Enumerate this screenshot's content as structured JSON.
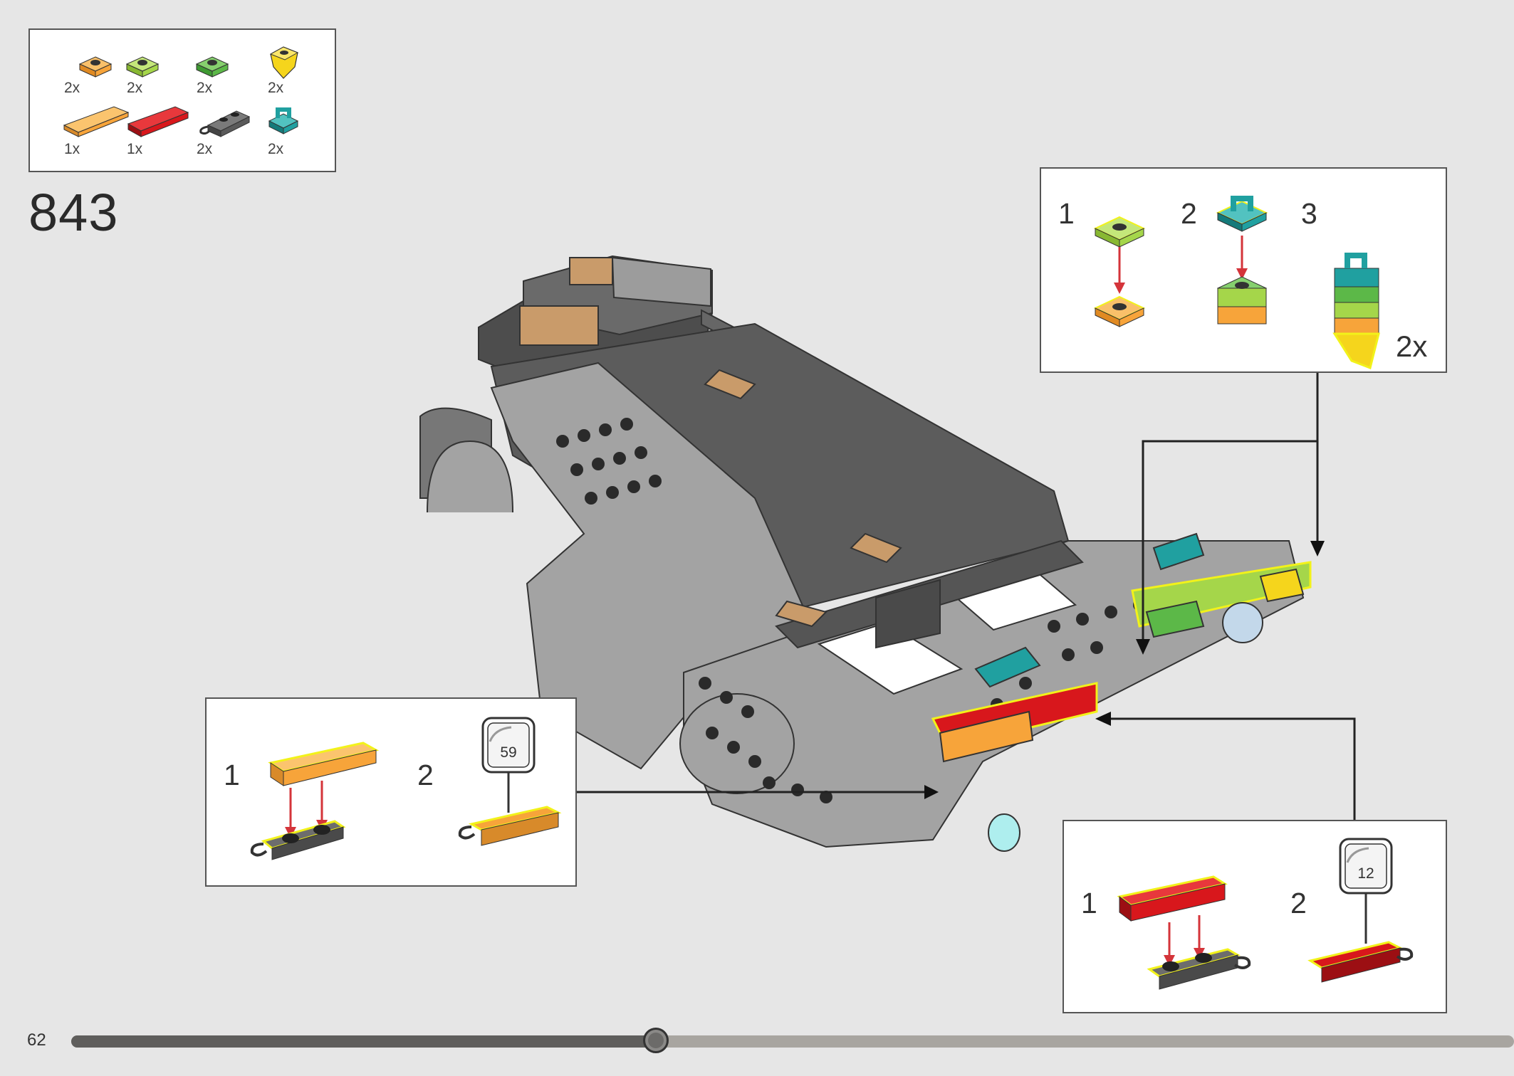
{
  "page": {
    "number": "62",
    "progress_fraction": 0.405
  },
  "step": {
    "number": "843"
  },
  "parts_list": [
    {
      "name": "orange-plate-1x1",
      "qty": "2x"
    },
    {
      "name": "lime-plate-1x1",
      "qty": "2x"
    },
    {
      "name": "green-plate-1x1",
      "qty": "2x"
    },
    {
      "name": "yellow-slope-1x1",
      "qty": "2x"
    },
    {
      "name": "orange-tile-1x4",
      "qty": "1x"
    },
    {
      "name": "red-tile-1x4",
      "qty": "1x"
    },
    {
      "name": "dark-gray-plate-clip-1x2",
      "qty": "2x"
    },
    {
      "name": "teal-plate-clip-1x1",
      "qty": "2x"
    }
  ],
  "callouts": {
    "top_right": {
      "steps": [
        "1",
        "2",
        "3"
      ],
      "multiplier": "2x"
    },
    "left": {
      "steps": [
        "1",
        "2"
      ],
      "sticker": "59"
    },
    "bottom_right": {
      "steps": [
        "1",
        "2"
      ],
      "sticker": "12"
    }
  },
  "colors": {
    "background": "#e6e6e6",
    "orange": "#f7a43a",
    "lime": "#a5d64a",
    "green": "#5cb848",
    "yellow": "#f5d51c",
    "red": "#d8171c",
    "teal": "#20a0a0",
    "dark_gray": "#5a5a5a",
    "light_gray": "#a3a3a3",
    "tan": "#c99b6a",
    "arrow_red": "#d4343a",
    "highlight": "#f2f21a"
  }
}
